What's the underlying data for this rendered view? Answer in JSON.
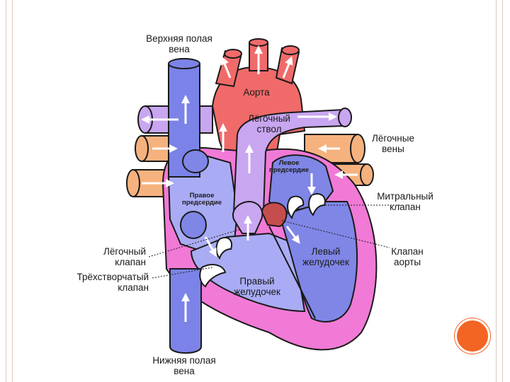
{
  "labels": {
    "superior_vena_cava": [
      "Верхняя полая",
      "вена"
    ],
    "aorta": "Аорта",
    "pulmonary_trunk": [
      "Лёгочный",
      "ствол"
    ],
    "pulmonary_veins": [
      "Лёгочные",
      "вены"
    ],
    "left_atrium": [
      "Левое",
      "предсердие"
    ],
    "right_atrium": [
      "Правое",
      "предсердие"
    ],
    "mitral_valve": [
      "Митральный",
      "клапан"
    ],
    "aortic_valve": [
      "Клапан",
      "аорты"
    ],
    "left_ventricle": [
      "Левый",
      "желудочек"
    ],
    "right_ventricle": [
      "Правый",
      "желудочек"
    ],
    "pulmonary_valve": [
      "Лёгочный",
      "клапан"
    ],
    "tricuspid_valve": [
      "Трёхстворчатый",
      "клапан"
    ],
    "inferior_vena_cava": [
      "Нижняя полая",
      "вена"
    ]
  },
  "colors": {
    "vein_blue": "#7b83e8",
    "artery_red": "#f06a6a",
    "pulmonary_violet": "#c8a6f0",
    "pulmonary_vein_orange": "#f6b27e",
    "myocardium_pink": "#f07ad6",
    "right_chamber": "#a9acf4",
    "left_chamber": "#7f86e6",
    "accent_dot": "#f26522"
  }
}
